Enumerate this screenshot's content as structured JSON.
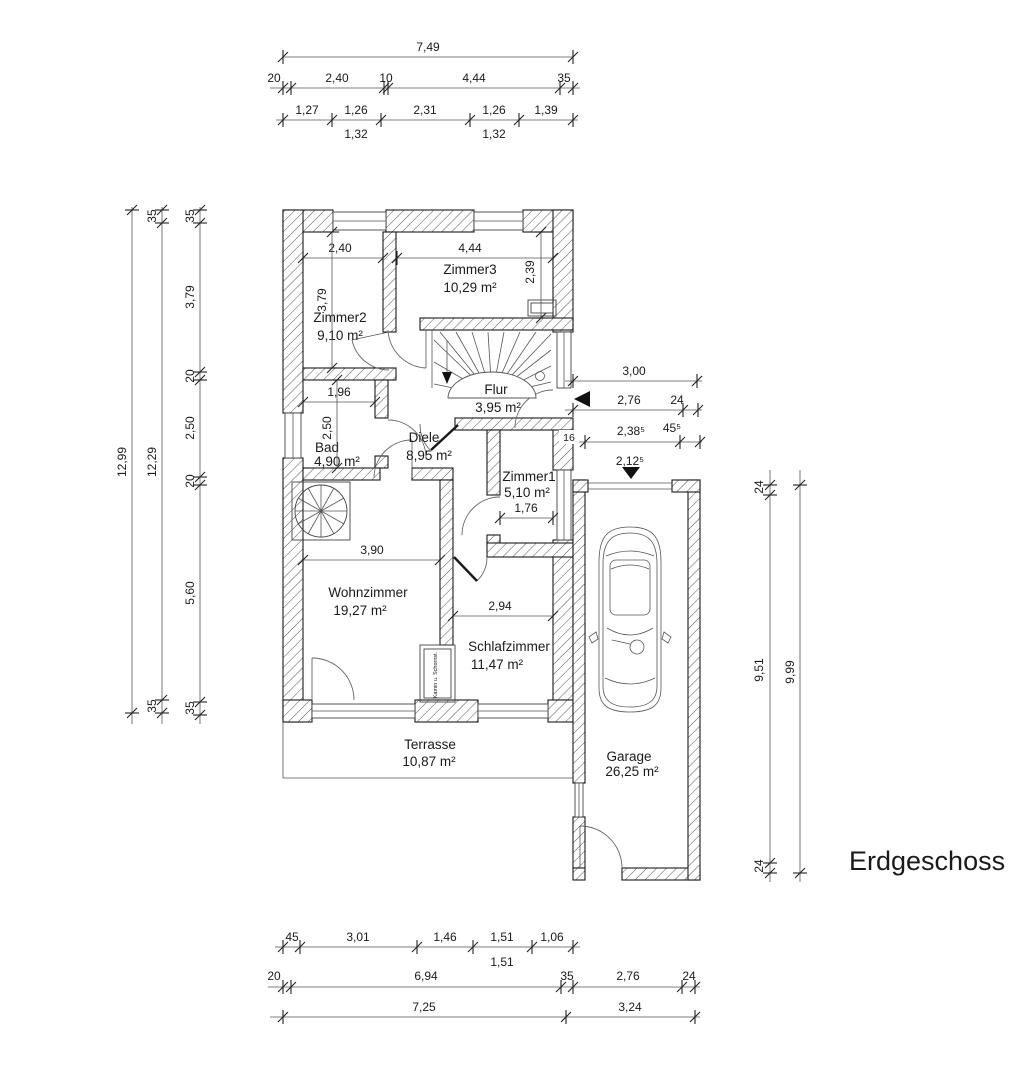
{
  "title": "Erdgeschoss",
  "colors": {
    "ink": "#1a1a1a",
    "background": "#ffffff"
  },
  "rooms": {
    "zimmer2": {
      "name": "Zimmer2",
      "area": "9,10 m²"
    },
    "zimmer3": {
      "name": "Zimmer3",
      "area": "10,29 m²"
    },
    "flur": {
      "name": "Flur",
      "area": "3,95 m²"
    },
    "diele": {
      "name": "Diele",
      "area": "8,95 m²"
    },
    "bad": {
      "name": "Bad",
      "area": "4,90 m²"
    },
    "zimmer1": {
      "name": "Zimmer1",
      "area": "5,10 m²"
    },
    "wohnzimmer": {
      "name": "Wohnzimmer",
      "area": "19,27 m²"
    },
    "schlafzimmer": {
      "name": "Schlafzimmer",
      "area": "11,47 m²"
    },
    "terrasse": {
      "name": "Terrasse",
      "area": "10,87 m²"
    },
    "garage": {
      "name": "Garage",
      "area": "26,25 m²"
    },
    "kamin_label": "Kamin u. Schornst."
  },
  "dims": {
    "top": {
      "total": "7,49",
      "row2": [
        "20",
        "2,40",
        "10",
        "4,44",
        "35"
      ],
      "row3": [
        "1,27",
        "1,26",
        "2,31",
        "1,26",
        "1,39"
      ],
      "row3_sub": [
        "1,32",
        "1,32"
      ]
    },
    "bottom": {
      "row1": [
        "45",
        "3,01",
        "1,46",
        "1,51",
        "1,06"
      ],
      "row1_sub": "1,51",
      "row2": [
        "20",
        "6,94",
        "35",
        "2,76",
        "24"
      ],
      "row3": [
        "7,25",
        "3,24"
      ]
    },
    "left": {
      "total": "12,99",
      "middle": [
        "35",
        "12,29",
        "35"
      ],
      "inner": [
        "35",
        "3,79",
        "20",
        "2,50",
        "20",
        "5,60",
        "35"
      ]
    },
    "right": {
      "inner": [
        "24",
        "9,51",
        "24"
      ],
      "total": "9,99"
    },
    "entrance": {
      "row1": "3,00",
      "row2": [
        "2,76",
        "24"
      ],
      "row3": [
        "2,38⁵",
        "45⁵"
      ],
      "row4": "2,12⁵",
      "wall": "16"
    },
    "interior": {
      "zimmer2_w": "2,40",
      "zimmer2_h": "3,79",
      "zimmer3_w": "4,44",
      "zimmer3_h": "2,39",
      "bad_w": "1,96",
      "bad_h": "2,50",
      "zimmer1_w": "1,76",
      "wohnzimmer_w": "3,90",
      "schlafzimmer_w": "2,94"
    }
  }
}
